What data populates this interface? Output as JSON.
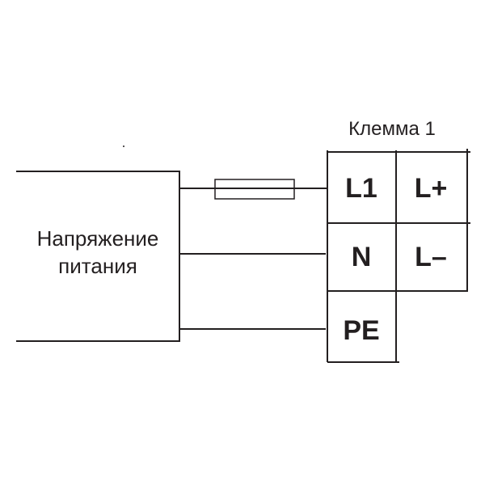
{
  "source_box": {
    "line1": "Напряжение",
    "line2": "питания"
  },
  "terminal_title": "Клемма 1",
  "terminals": {
    "l1": "L1",
    "lplus": "L+",
    "n": "N",
    "lminus": "L–",
    "pe": "PE"
  }
}
